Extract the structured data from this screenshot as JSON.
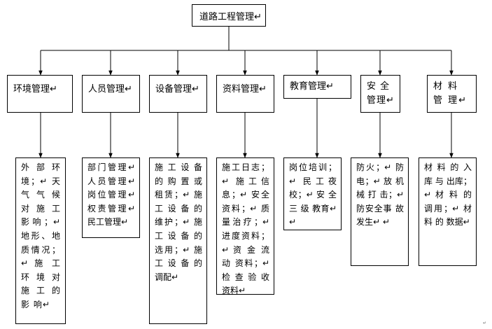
{
  "root": {
    "label": "道路工程管理↵"
  },
  "categories": [
    {
      "label": "环境管理↵"
    },
    {
      "label": "人员管理↵"
    },
    {
      "label": "设备管理↵"
    },
    {
      "label": "资料管理↵"
    },
    {
      "label": "教育管理↵"
    },
    {
      "label": "安 全 管理↵"
    },
    {
      "label": "材 料 管 理↵"
    }
  ],
  "details": [
    {
      "text": "外 部 环 境；↵ 天 气 气 候 对 施 工影响；↵ 地形、地 质情况；↵ 施 工 环 境 对 施 工 的 影 响↵"
    },
    {
      "text": "部门管理↵ 人员管理↵ 岗位管理↵ 权责管理↵ 民工管理↵"
    },
    {
      "text": "施 工 设 备 的 购 置 或 租赁；↵ 施 工 设 备 的维护；↵ 施 工 设 备 的选用；↵ 施 工 设 备 的调配↵"
    },
    {
      "text": "施工日志；↵ 施工信息；↵ 安全资料；↵ 质量治疗；↵ 进度资料；↵ 资 金 流 动 资料；↵ 检 查 验 收 资料↵"
    },
    {
      "text": "岗位培训；↵ 民工夜校；↵ 安 全 三 级 教育↵ ↵"
    },
    {
      "text": "防火；↵ 防电；↵ 放 机 械 打 击；↵ 防安全事 故发生↵ ↵"
    },
    {
      "text": "材 料 的 入 库 与 出库；↵ 材 料 的 调用；↵ 材 料 的 数据↵"
    }
  ]
}
